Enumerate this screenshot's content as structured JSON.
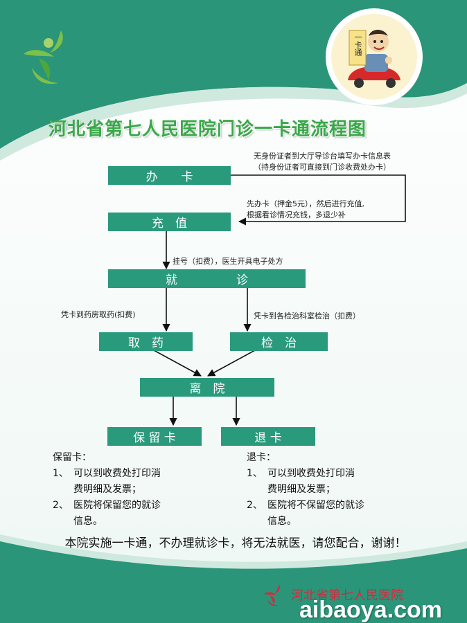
{
  "header": {
    "title": "河北省第七人民医院门诊一卡通流程图",
    "card_sign": "一卡通"
  },
  "colors": {
    "teal": "#2a9a7c",
    "green_title": "#3aa84a",
    "footer_red": "#e0233a"
  },
  "flow": {
    "nodes": {
      "apply": "办　　卡",
      "topup": "充　值",
      "visit": "就　　　　　诊",
      "pharmacy": "取　药",
      "exam": "检　治",
      "leave": "离　院",
      "keep": "保 留 卡",
      "return": "退 卡"
    },
    "notes": {
      "apply_1": "无身份证者到大厅导诊台填写办卡信息表",
      "apply_2": "（持身份证者可直接到门诊收费处办卡）",
      "topup_1": "先办卡（押金5元），然后进行充值,",
      "topup_2": "根据看诊情况充钱，多退少补",
      "visit": "挂号（扣费），医生开具电子处方",
      "pharmacy": "凭卡到药房取药(扣费)",
      "exam": "凭卡到各检治科室检治（扣费）"
    }
  },
  "keep_card": {
    "heading": "保留卡：",
    "items": [
      {
        "num": "1、",
        "line1": "可以到收费处打印消",
        "line2": "费明细及发票；"
      },
      {
        "num": "2、",
        "line1": "医院将保留您的就诊",
        "line2": "信息。"
      }
    ]
  },
  "return_card": {
    "heading": "退卡：",
    "items": [
      {
        "num": "1、",
        "line1": "可以到收费处打印消",
        "line2": "费明细及发票；"
      },
      {
        "num": "2、",
        "line1": "医院将不保留您的就诊",
        "line2": "信息。"
      }
    ]
  },
  "notice": "本院实施一卡通，不办理就诊卡，将无法就医，请您配合，谢谢！",
  "footer": {
    "hospital": "河北省第七人民医院",
    "watermark": "aibaoya.com"
  }
}
